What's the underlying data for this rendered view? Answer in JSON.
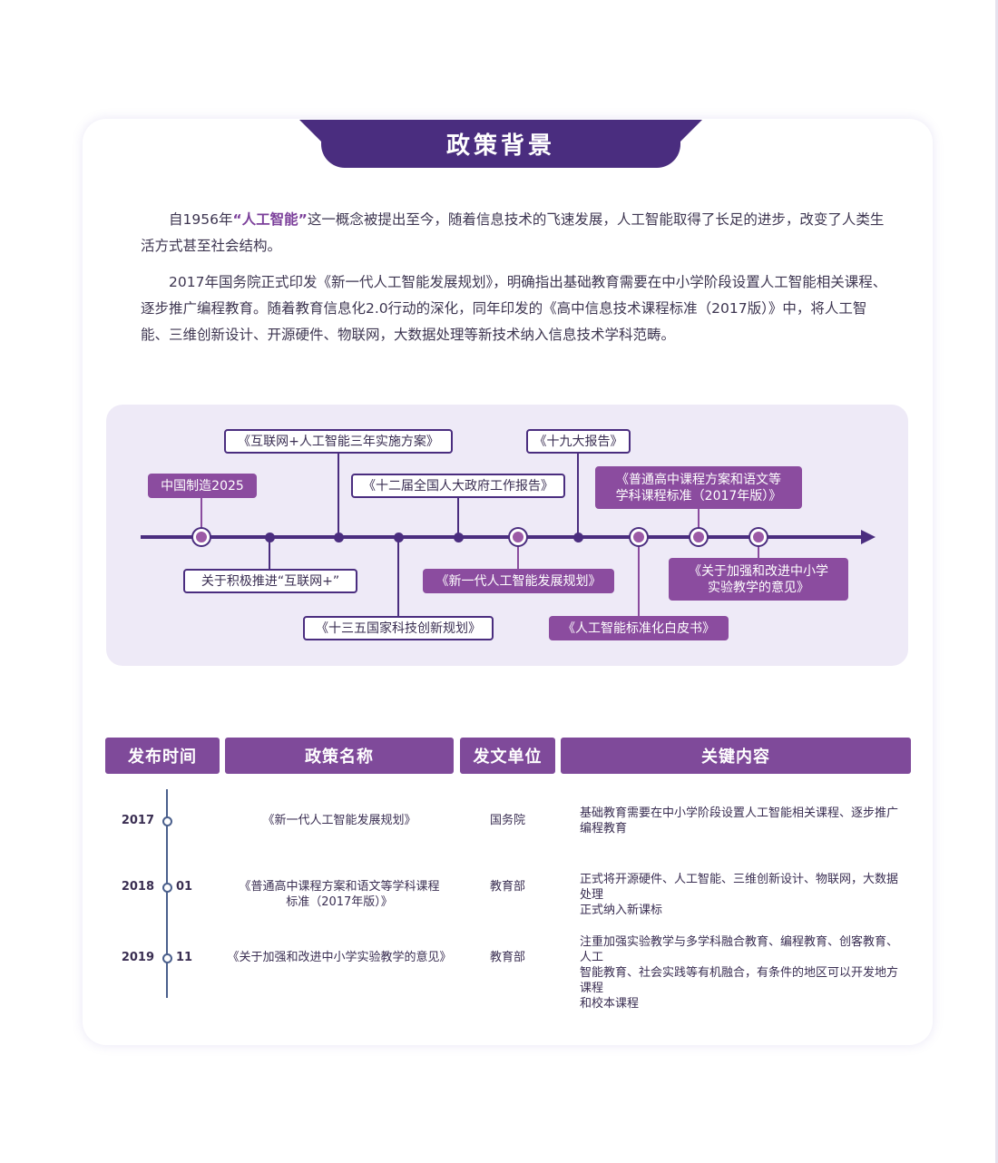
{
  "header": {
    "title": "政策背景"
  },
  "intro": {
    "p1_before": "自1956年",
    "p1_highlight": "“人工智能”",
    "p1_after": "这一概念被提出至今，随着信息技术的飞速发展，人工智能取得了长足的进步，改变了人类生活方式甚至社会结构。",
    "p2": "2017年国务院正式印发《新一代人工智能发展规划》，明确指出基础教育需要在中小学阶段设置人工智能相关课程、逐步推广编程教育。随着教育信息化2.0行动的深化，同年印发的《高中信息技术课程标准（2017版）》中，将人工智能、三维创新设计、开源硬件、物联网，大数据处理等新技术纳入信息技术学科范畴。"
  },
  "timeline": {
    "events": [
      {
        "label": "中国制造2025",
        "style": "filled",
        "position": "above"
      },
      {
        "label": "关于积极推进“互联网+”",
        "style": "outline",
        "position": "below"
      },
      {
        "label": "《互联网+人工智能三年实施方案》",
        "style": "outline",
        "position": "above"
      },
      {
        "label": "《十三五国家科技创新规划》",
        "style": "outline",
        "position": "below"
      },
      {
        "label": "《十二届全国人大政府工作报告》",
        "style": "outline",
        "position": "above"
      },
      {
        "label": "《新一代人工智能发展规划》",
        "style": "filled",
        "position": "below"
      },
      {
        "label": "《十九大报告》",
        "style": "outline",
        "position": "above"
      },
      {
        "label": "《人工智能标准化白皮书》",
        "style": "filled",
        "position": "below"
      },
      {
        "label_lines": [
          "《普通高中课程方案和语文等",
          "学科课程标准（2017年版）》"
        ],
        "style": "filled",
        "position": "above"
      },
      {
        "label_lines": [
          "《关于加强和改进中小学",
          "实验教学的意见》"
        ],
        "style": "filled",
        "position": "below"
      }
    ]
  },
  "table": {
    "headers": [
      "发布时间",
      "政策名称",
      "发文单位",
      "关键内容"
    ],
    "rows": [
      {
        "year": "2017",
        "month": "",
        "name_lines": [
          "《新一代人工智能发展规划》"
        ],
        "issuer": "国务院",
        "content_lines": [
          "基础教育需要在中小学阶段设置人工智能相关课程、逐步推广",
          "编程教育"
        ]
      },
      {
        "year": "2018",
        "month": "01",
        "name_lines": [
          "《普通高中课程方案和语文等学科课程",
          "标准（2017年版）》"
        ],
        "issuer": "教育部",
        "content_lines": [
          "正式将开源硬件、人工智能、三维创新设计、物联网，大数据处理",
          "正式纳入新课标"
        ]
      },
      {
        "year": "2019",
        "month": "11",
        "name_lines": [
          "《关于加强和改进中小学实验教学的意见》"
        ],
        "issuer": "教育部",
        "content_lines": [
          "注重加强实验教学与多学科融合教育、编程教育、创客教育、人工",
          "智能教育、社会实践等有机融合，有条件的地区可以开发地方课程",
          "和校本课程"
        ]
      }
    ]
  },
  "colors": {
    "primary": "#4a2d7f",
    "accent": "#8b4c9f",
    "panel": "#eeeaf7",
    "header_cell": "#7f4a9a"
  }
}
